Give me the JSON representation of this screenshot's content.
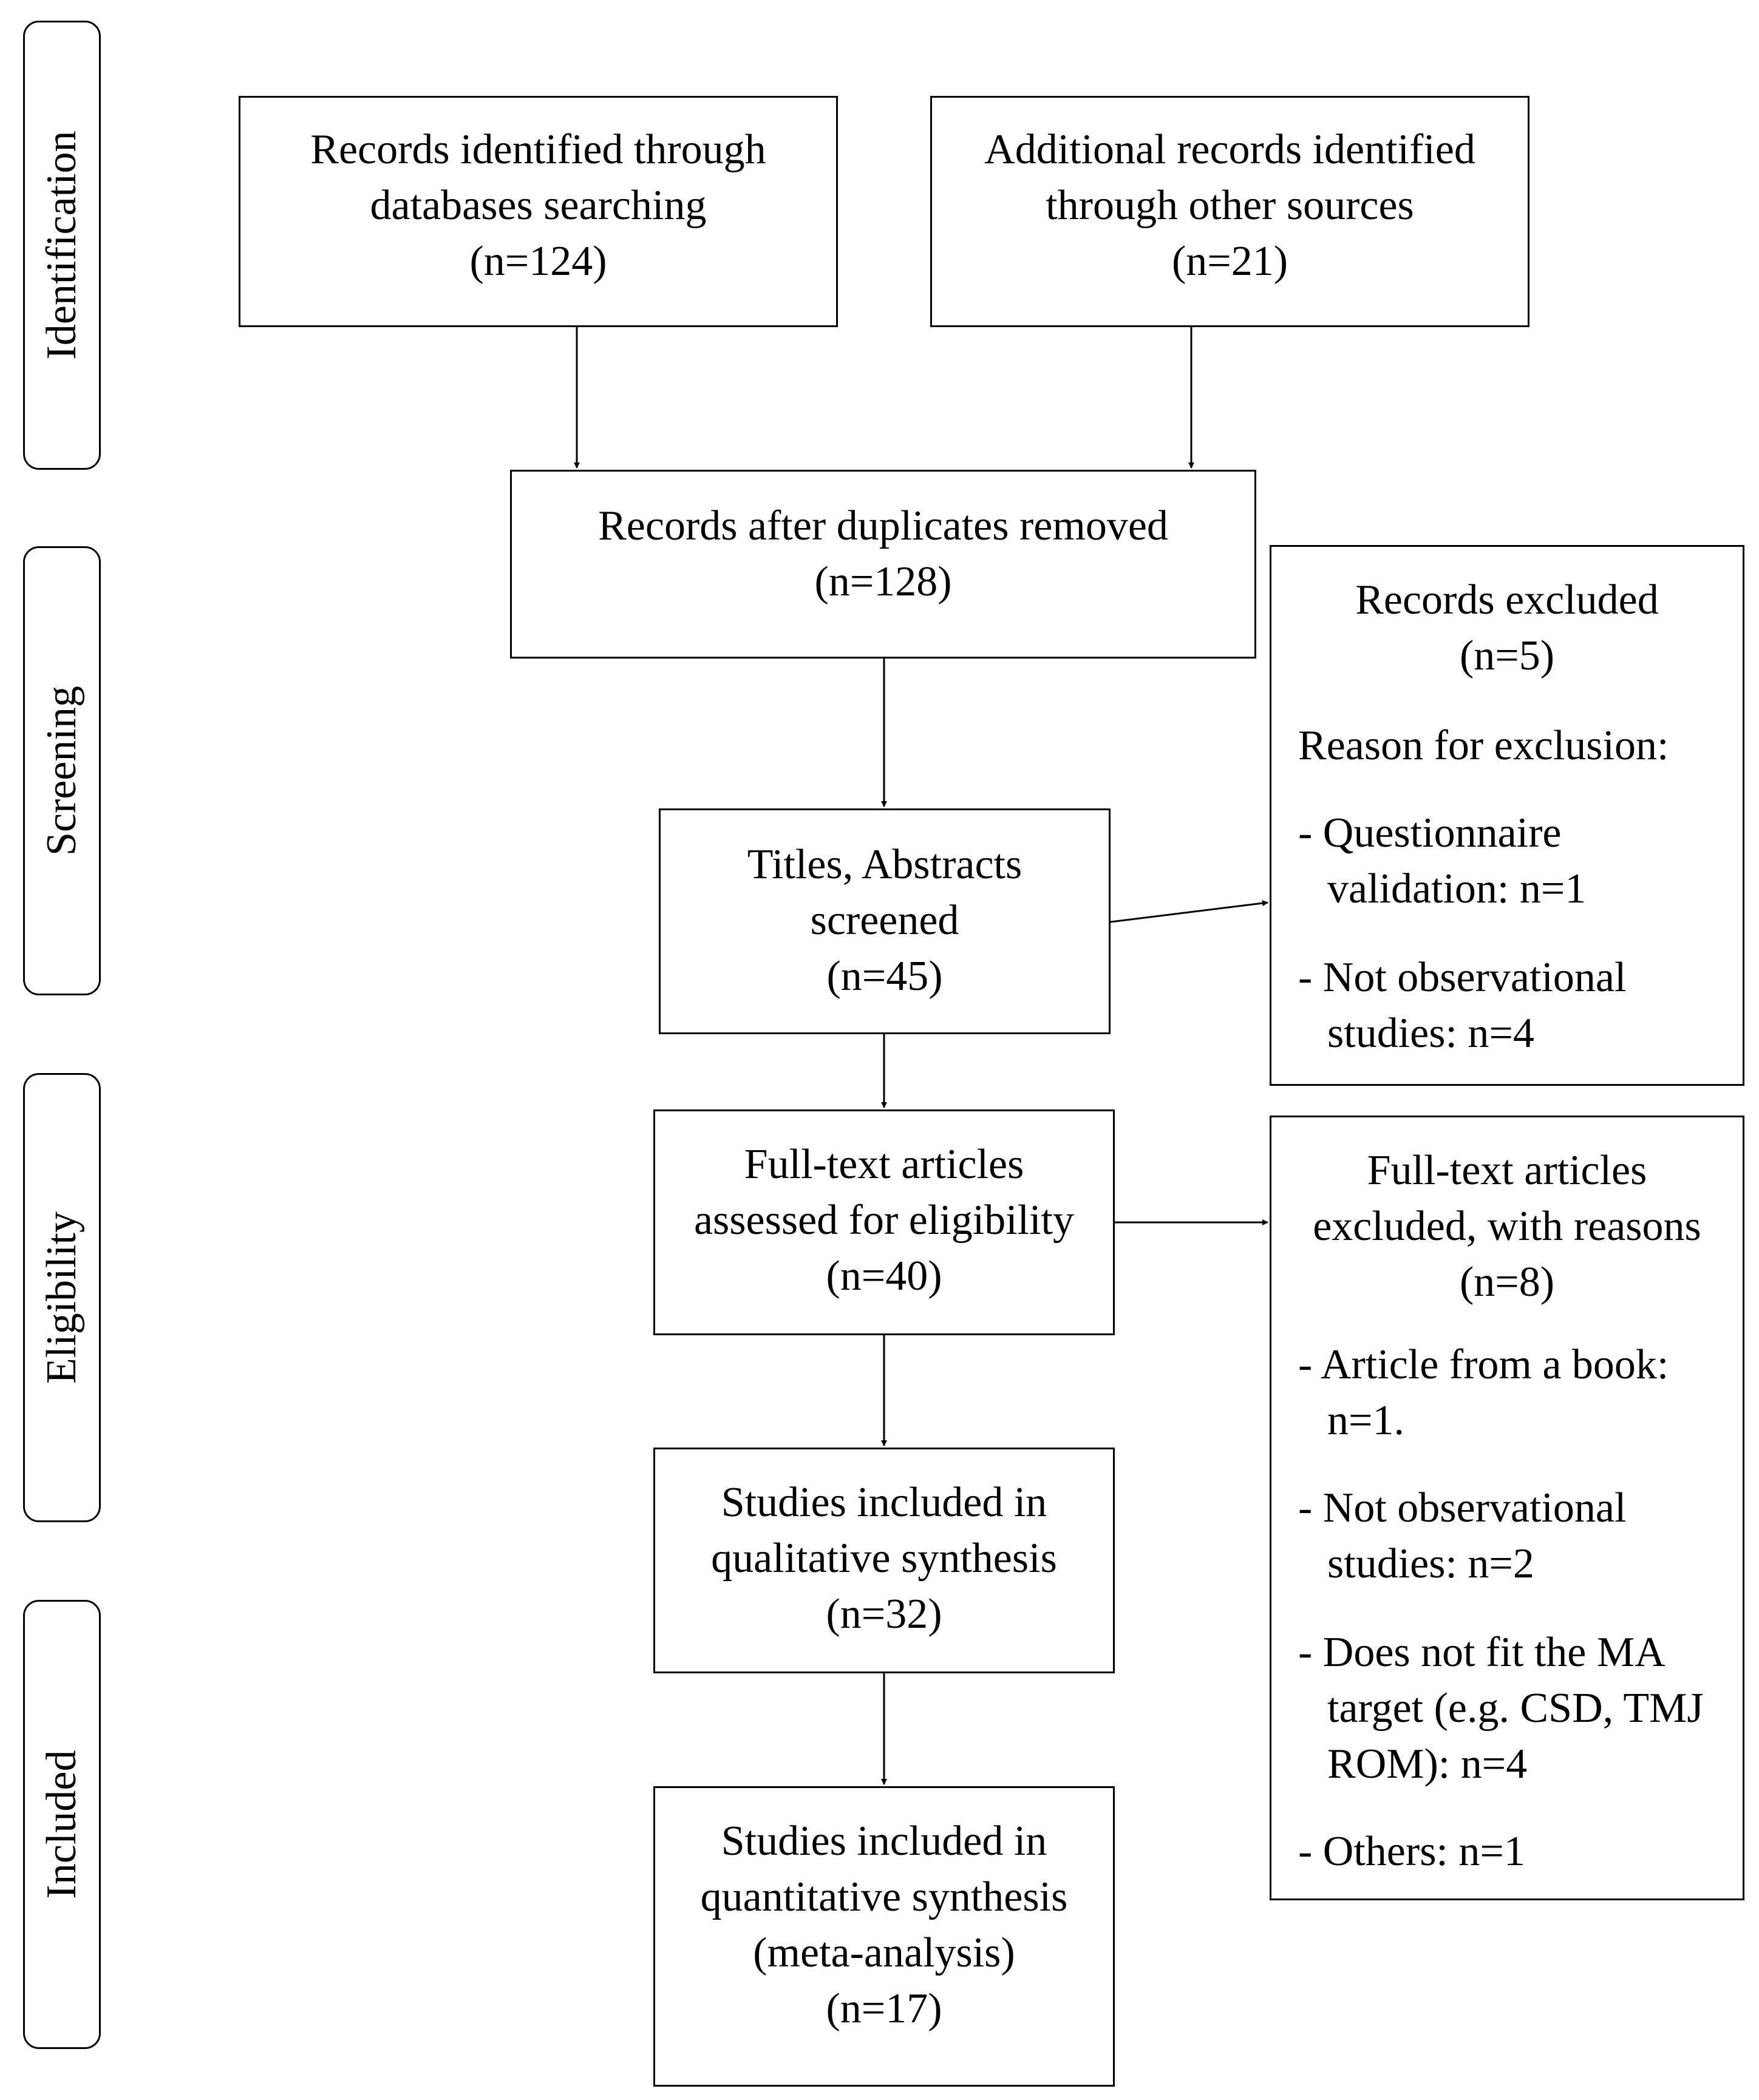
{
  "stages": {
    "identification": "Identification",
    "screening": "Screening",
    "eligibility": "Eligibility",
    "included": "Included"
  },
  "boxes": {
    "databases": {
      "line1": "Records identified through",
      "line2": "databases searching",
      "line3": "(n=124)"
    },
    "other_sources": {
      "line1": "Additional records identified",
      "line2": "through other sources",
      "line3": "(n=21)"
    },
    "after_duplicates": {
      "line1": "Records after duplicates removed",
      "line2": "(n=128)"
    },
    "screened": {
      "line1": "Titles, Abstracts",
      "line2": "screened",
      "line3": "(n=45)"
    },
    "records_excluded": {
      "title": "Records excluded",
      "count": "(n=5)",
      "reason_heading": "Reason for exclusion:",
      "reasons": [
        {
          "line1": "- Questionnaire",
          "line2": "validation:  n=1"
        },
        {
          "line1": "- Not observational",
          "line2": "studies: n=4"
        }
      ]
    },
    "full_text_assessed": {
      "line1": "Full-text articles",
      "line2": "assessed for eligibility",
      "line3": "(n=40)"
    },
    "full_text_excluded": {
      "line1": "Full-text articles",
      "line2": "excluded, with reasons",
      "count": "(n=8)",
      "reasons": [
        {
          "line1": "- Article  from a book:",
          "line2": "n=1."
        },
        {
          "line1": "- Not observational",
          "line2": "studies: n=2"
        },
        {
          "line1": "- Does not fit the MA",
          "line2": "target (e.g. CSD, TMJ",
          "line3": "ROM): n=4"
        },
        {
          "line1": "- Others: n=1"
        }
      ]
    },
    "qualitative": {
      "line1": "Studies included in",
      "line2": "qualitative  synthesis",
      "line3": "(n=32)"
    },
    "quantitative": {
      "line1": "Studies included in",
      "line2": "quantitative synthesis",
      "line3": "(meta-analysis)",
      "line4": "(n=17)"
    }
  }
}
